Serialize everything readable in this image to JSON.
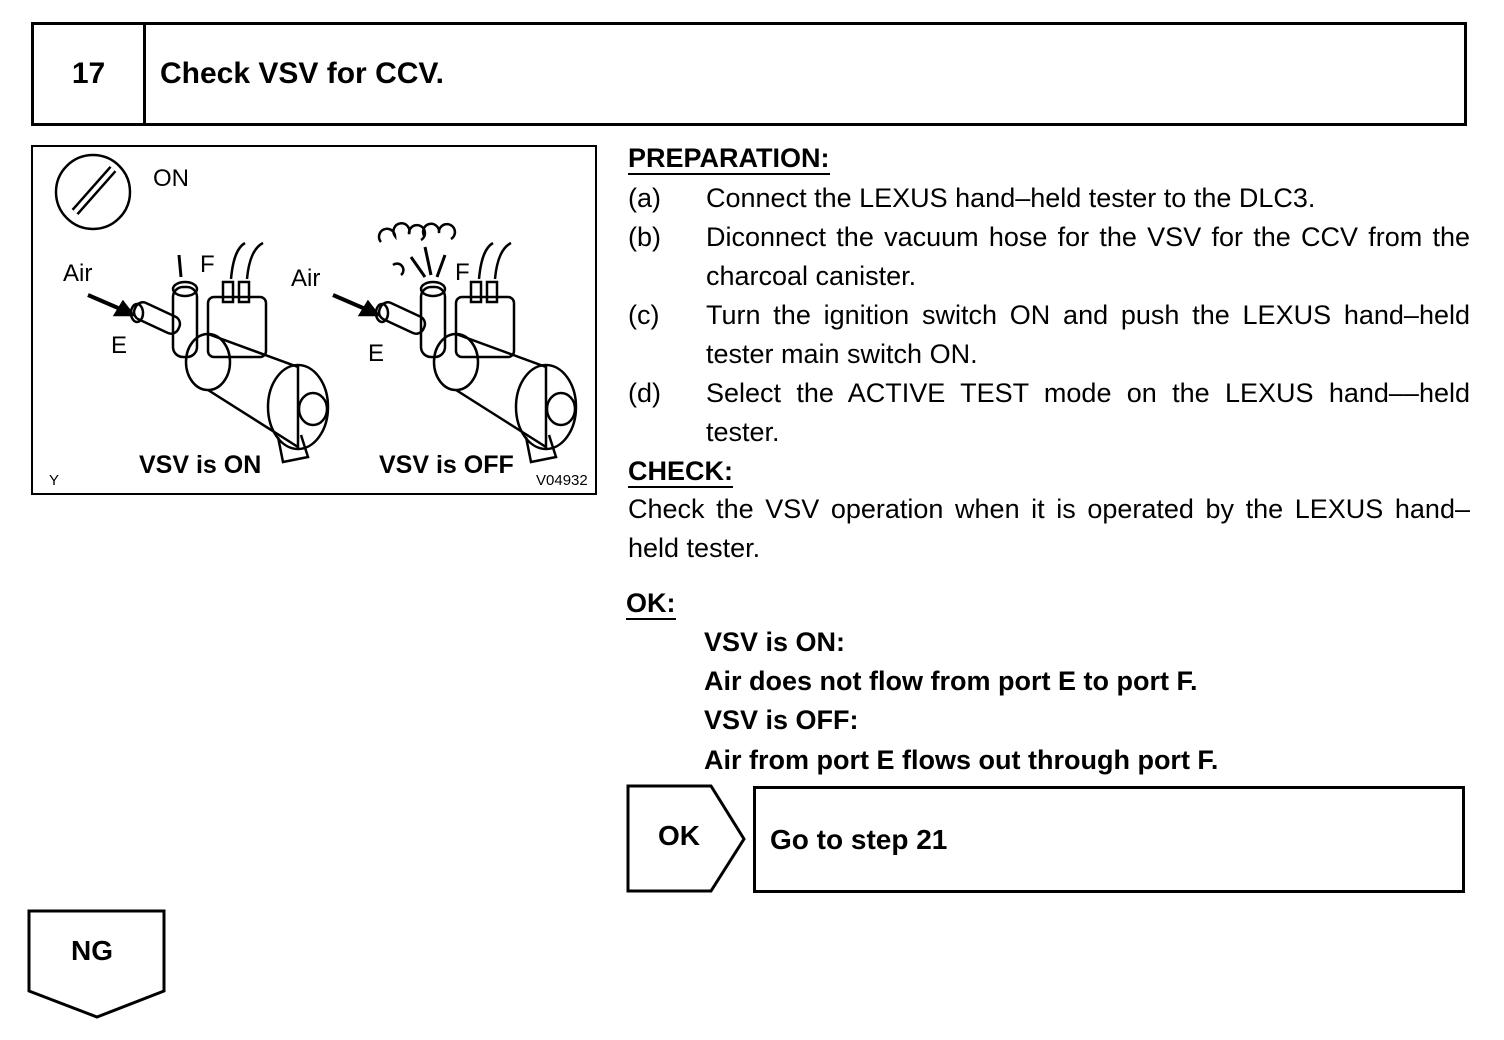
{
  "header": {
    "step_number": "17",
    "title": "Check VSV for CCV."
  },
  "figure": {
    "ignition_label": "ON",
    "left": {
      "air": "Air",
      "port_e": "E",
      "port_f": "F",
      "caption": "VSV is ON"
    },
    "right": {
      "air": "Air",
      "port_e": "E",
      "port_f": "F",
      "caption": "VSV is OFF"
    },
    "corner_code": "Y",
    "figure_id": "V04932"
  },
  "preparation": {
    "heading": "PREPARATION:",
    "steps": [
      {
        "key": "(a)",
        "text": "Connect the LEXUS hand–held tester to the DLC3."
      },
      {
        "key": "(b)",
        "text": "Diconnect the vacuum hose for the VSV for the CCV from the charcoal canister."
      },
      {
        "key": "(c)",
        "text": "Turn the ignition switch ON and push the LEXUS hand–held tester main switch ON."
      },
      {
        "key": "(d)",
        "text": "Select the ACTIVE TEST mode on the LEXUS hand––held tester."
      }
    ]
  },
  "check": {
    "heading": "CHECK:",
    "text": "Check the VSV operation when it is operated by the LEXUS hand–held tester."
  },
  "ok": {
    "heading": "OK:",
    "lines": [
      "VSV is ON:",
      "Air does not flow from port E to port F.",
      "VSV is OFF:",
      "Air from port E flows out through port F."
    ]
  },
  "ok_branch": {
    "label": "OK",
    "action": "Go to step 21"
  },
  "ng_branch": {
    "label": "NG"
  }
}
